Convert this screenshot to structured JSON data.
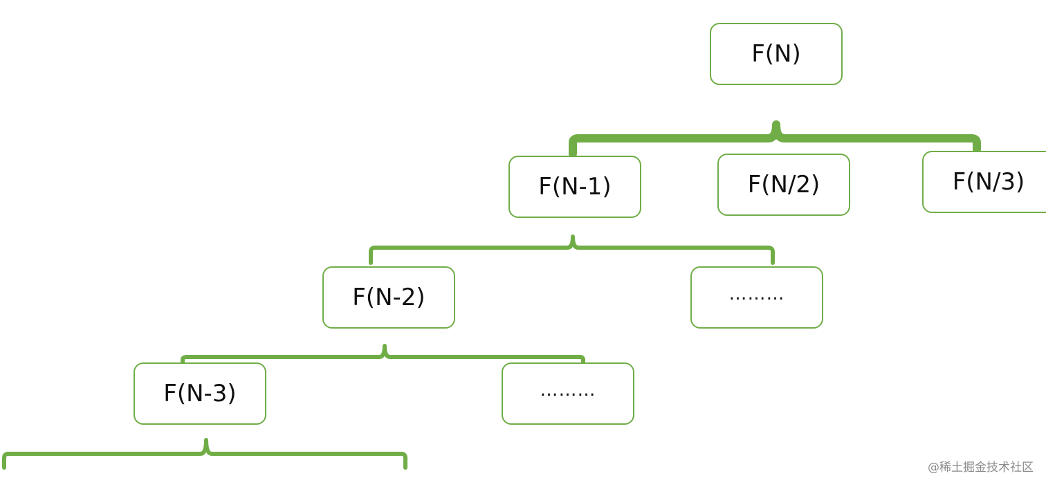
{
  "diagram": {
    "nodes": {
      "root": "F(N)",
      "n_minus_1": "F(N-1)",
      "n_div_2": "F(N/2)",
      "n_div_3": "F(N/3)",
      "n_minus_2": "F(N-2)",
      "more_level2": "………",
      "n_minus_3": "F(N-3)",
      "more_level3": "………"
    },
    "colors": {
      "accent": "#70ad47",
      "text": "#111111"
    }
  },
  "watermark": "@稀土掘金技术社区"
}
